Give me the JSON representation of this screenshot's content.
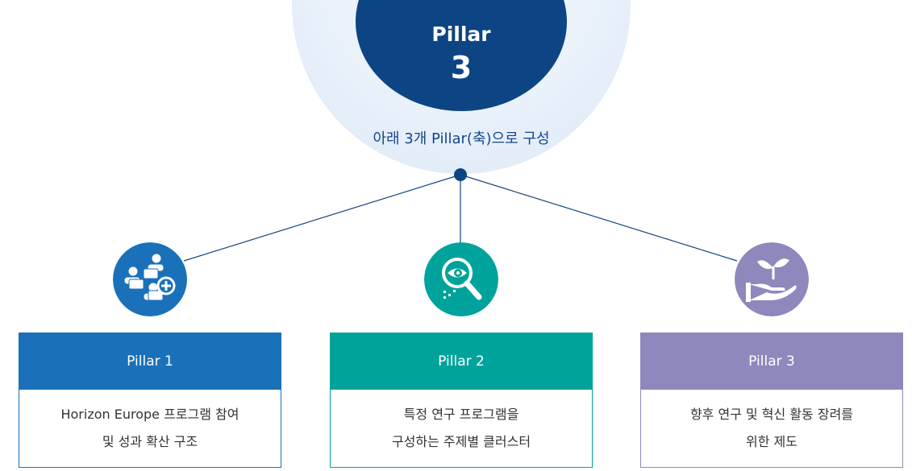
{
  "hub": {
    "title": "Pillar",
    "number": "3",
    "caption": "아래 3개 Pillar(축)으로 구성"
  },
  "pillars": [
    {
      "label": "Pillar 1",
      "description_lines": [
        "Horizon Europe 프로그램 참여",
        "및 성과 확산 구조"
      ],
      "icon": "people-collaboration-icon",
      "color": "#1a71b9"
    },
    {
      "label": "Pillar 2",
      "description_lines": [
        "특정 연구 프로그램을",
        "구성하는 주제별 클러스터"
      ],
      "icon": "magnifier-eye-icon",
      "color": "#00a39c"
    },
    {
      "label": "Pillar 3",
      "description_lines": [
        "향후 연구 및 혁신 활동 장려를",
        "위한 제도"
      ],
      "icon": "hand-sprout-icon",
      "color": "#8f88bd"
    }
  ],
  "colors": {
    "hub_dark": "#0d4483",
    "hub_light": "#e9f1fa",
    "connector": "#13457f"
  }
}
